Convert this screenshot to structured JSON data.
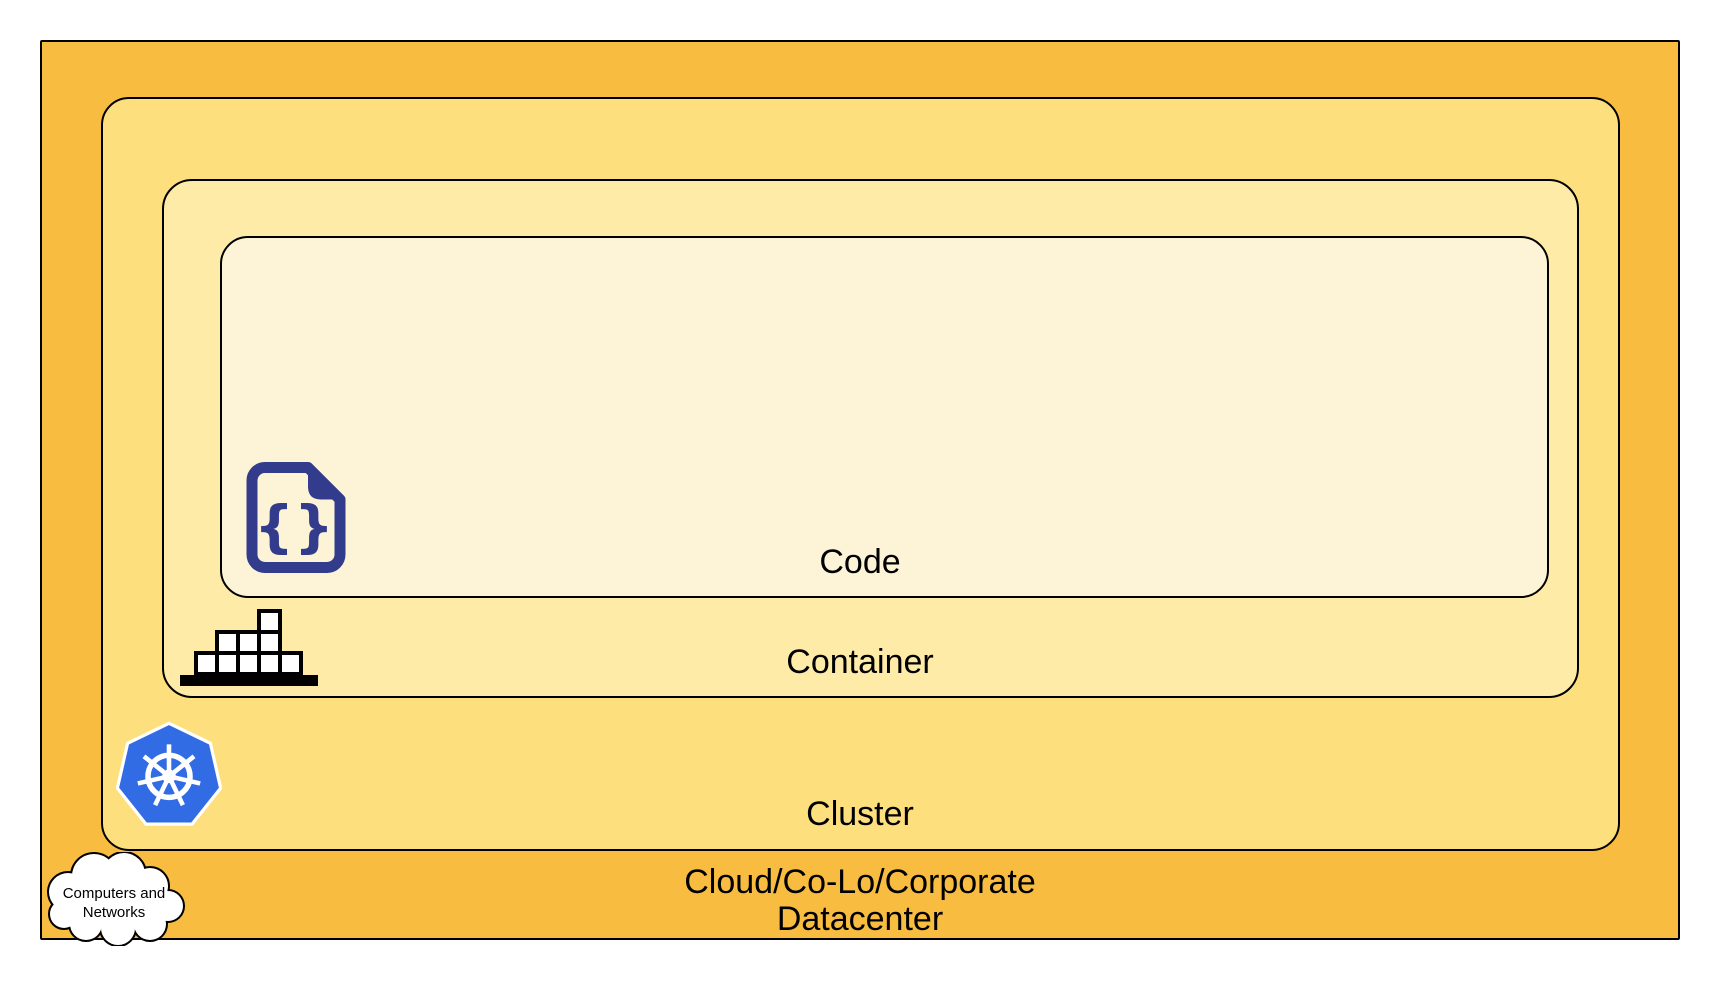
{
  "labels": {
    "code": "Code",
    "container": "Container",
    "cluster": "Cluster",
    "datacenter_line1": "Cloud/Co-Lo/Corporate",
    "datacenter_line2": "Datacenter",
    "cloud_line1": "Computers and",
    "cloud_line2": "Networks",
    "code_icon_glyph": "{}"
  },
  "icons": {
    "code": "code-file-icon",
    "container": "container-blocks-icon",
    "cluster": "kubernetes-helm-icon",
    "network": "cloud-network-icon"
  },
  "colors": {
    "canvas": "#FFFFFF",
    "outline": "#000000",
    "layer-datacenter": "#F8BC40",
    "layer-cluster": "#FDDF7E",
    "layer-container": "#FDEBA7",
    "layer-code": "#FDF4D7",
    "icon-navy": "#323B8C",
    "kubernetes-blue": "#326CE5",
    "icon-block-fill": "#FFFFFF"
  }
}
